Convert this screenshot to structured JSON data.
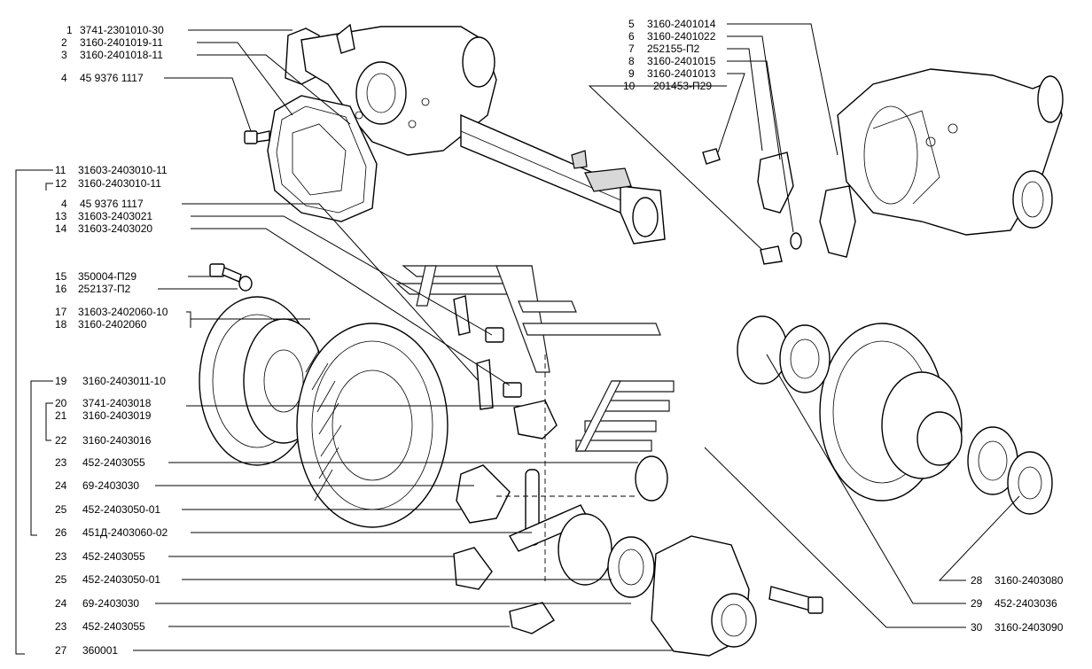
{
  "labels": [
    {
      "num": "1",
      "code": "3741-2301010-30"
    },
    {
      "num": "2",
      "code": "3160-2401019-11"
    },
    {
      "num": "3",
      "code": "3160-2401018-11"
    },
    {
      "num": "4",
      "code": "45 9376 1117"
    },
    {
      "num": "5",
      "code": "3160-2401014"
    },
    {
      "num": "6",
      "code": "3160-2401022"
    },
    {
      "num": "7",
      "code": "252155-П2"
    },
    {
      "num": "8",
      "code": "3160-2401015"
    },
    {
      "num": "9",
      "code": "3160-2401013"
    },
    {
      "num": "10",
      "code": "201453-П29"
    },
    {
      "num": "11",
      "code": "31603-2403010-11"
    },
    {
      "num": "12",
      "code": "3160-2403010-11"
    },
    {
      "num": "4",
      "code": "45 9376 1117"
    },
    {
      "num": "13",
      "code": "31603-2403021"
    },
    {
      "num": "14",
      "code": "31603-2403020"
    },
    {
      "num": "15",
      "code": "350004-П29"
    },
    {
      "num": "16",
      "code": "252137-П2"
    },
    {
      "num": "17",
      "code": "31603-2402060-10"
    },
    {
      "num": "18",
      "code": "3160-2402060"
    },
    {
      "num": "19",
      "code": "3160-2403011-10"
    },
    {
      "num": "20",
      "code": "3741-2403018"
    },
    {
      "num": "21",
      "code": "3160-2403019"
    },
    {
      "num": "22",
      "code": "3160-2403016"
    },
    {
      "num": "23",
      "code": "452-2403055"
    },
    {
      "num": "24",
      "code": "69-2403030"
    },
    {
      "num": "25",
      "code": "452-2403050-01"
    },
    {
      "num": "26",
      "code": "451Д-2403060-02"
    },
    {
      "num": "23",
      "code": "452-2403055"
    },
    {
      "num": "25",
      "code": "452-2403050-01"
    },
    {
      "num": "24",
      "code": "69-2403030"
    },
    {
      "num": "23",
      "code": "452-2403055"
    },
    {
      "num": "27",
      "code": "360001"
    },
    {
      "num": "28",
      "code": "3160-2403080"
    },
    {
      "num": "29",
      "code": "452-2403036"
    },
    {
      "num": "30",
      "code": "3160-2403090"
    }
  ]
}
